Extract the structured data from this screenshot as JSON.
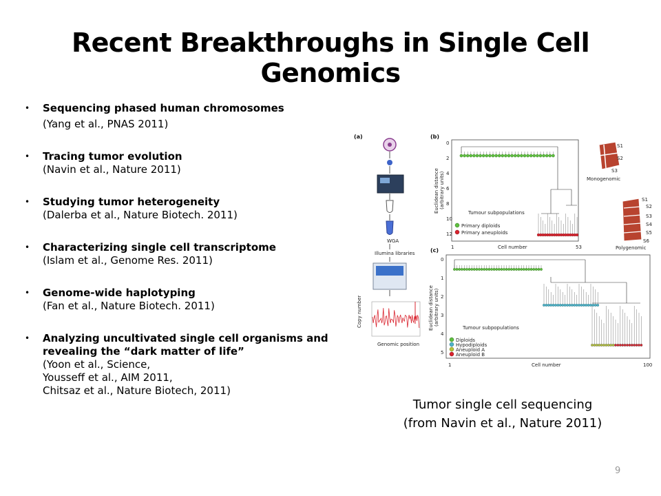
{
  "slide": {
    "title": "Recent Breakthroughs in Single Cell Genomics",
    "bullets": [
      {
        "head": "Sequencing phased human chromosomes",
        "cite": "(Yang et al., PNAS 2011)"
      },
      {
        "head": "Tracing tumor evolution",
        "cite": "(Navin et al., Nature 2011)"
      },
      {
        "head": "Studying tumor heterogeneity",
        "cite": "(Dalerba et al., Nature Biotech. 2011)"
      },
      {
        "head": "Characterizing single cell transcriptome",
        "cite": "(Islam et al., Genome Res. 2011)"
      },
      {
        "head": "Genome-wide haplotyping",
        "cite": "(Fan et al., Nature Biotech. 2011)"
      },
      {
        "head": "Analyzing uncultivated single cell organisms  and revealing  the “dark matter of life”",
        "cite": "(Yoon et al., Science,\nYousseff  et al., AIM 2011,\nChitsaz et al., Nature Biotech, 2011)"
      }
    ],
    "caption_line1": "Tumor single cell sequencing",
    "caption_line2": "(from Navin et al., Nature 2011)",
    "page_number": "9"
  },
  "figure": {
    "panel_a": {
      "label": "(a)",
      "step_wga": "WGA",
      "step_libraries": "Illumina libraries",
      "ylabel": "Copy number",
      "xlabel": "Genomic position"
    },
    "panel_b": {
      "label": "(b)",
      "ylabel": "Euclidean distance",
      "ylabel_sub": "(arbitrary units)",
      "xlabel": "Cell number",
      "x_start": "1",
      "x_end": "53",
      "y_ticks": [
        "0",
        "2",
        "4",
        "6",
        "8",
        "10",
        "12"
      ],
      "legend_title": "Tumour subpopulations",
      "legend": [
        "Primary diploids",
        "Primary aneuploids"
      ],
      "sectors_mono": [
        "S1",
        "S2",
        "S3"
      ],
      "mono_label": "Monogenomic",
      "sectors_poly": [
        "S1",
        "S2",
        "S3",
        "S4",
        "S5",
        "S6"
      ],
      "poly_label": "Polygenomic"
    },
    "panel_c": {
      "label": "(c)",
      "ylabel": "Euclidean distance",
      "ylabel_sub": "(arbitrary units)",
      "xlabel": "Cell number",
      "x_start": "1",
      "x_end": "100",
      "y_ticks": [
        "0",
        "1",
        "2",
        "3",
        "4",
        "5"
      ],
      "legend_title": "Tumour subpopulations",
      "legend": [
        "Diploids",
        "Hypodiploids",
        "Aneuploid A",
        "Aneuploid B"
      ]
    },
    "colors": {
      "green": "#5fbf3f",
      "red": "#d9232e",
      "cyan": "#4fb3c8",
      "yellow": "#b6c43a",
      "tissue": "#b8432f"
    }
  }
}
